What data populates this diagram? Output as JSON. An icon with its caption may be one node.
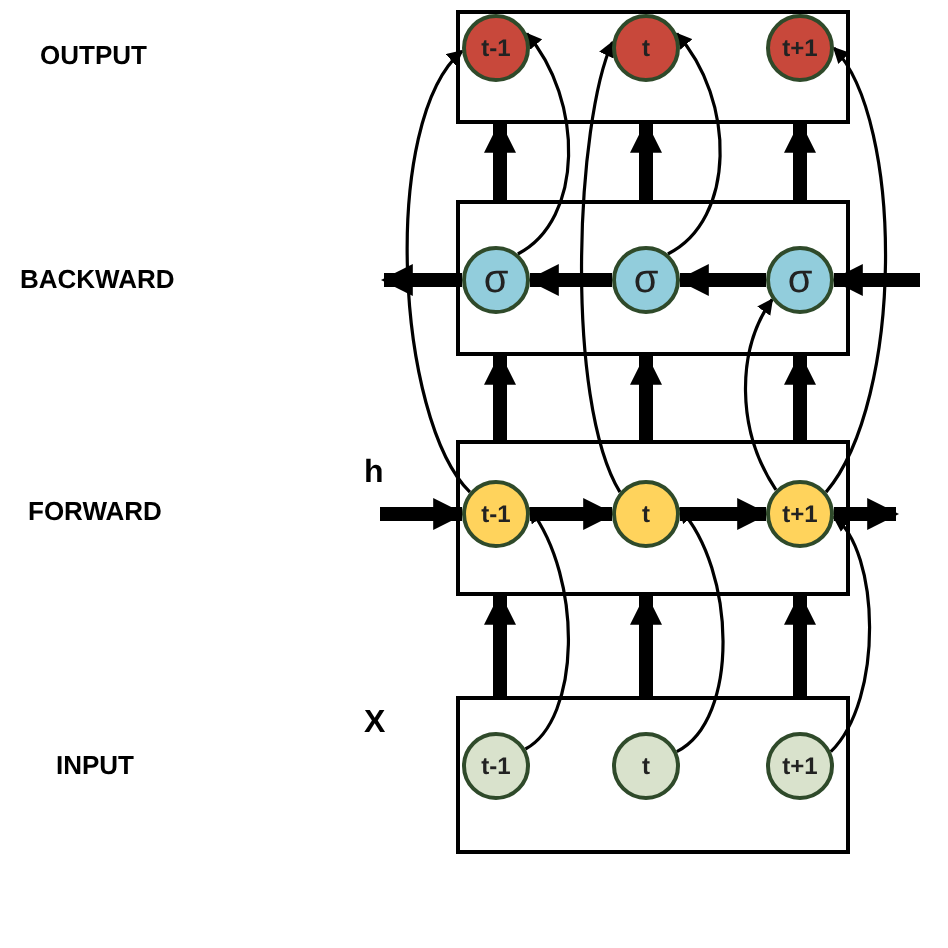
{
  "diagram": {
    "nodes": [
      {
        "text": [],
        "shape": "box"
      },
      {
        "text": [
          "t-1"
        ],
        "in": 0
      },
      {
        "text": [
          "t"
        ],
        "in": 0
      },
      {
        "text": [
          "t+1"
        ],
        "in": 0
      },
      {
        "text": [],
        "shape": "box"
      },
      {
        "text": [
          "σ"
        ],
        "in": 4
      },
      {
        "text": [
          "σ"
        ],
        "in": 4
      },
      {
        "text": [
          "σ"
        ],
        "in": 4
      },
      {
        "text": [],
        "shape": "box"
      },
      {
        "text": [
          "t-1"
        ],
        "in": 8
      },
      {
        "text": [
          "t"
        ],
        "in": 8
      },
      {
        "text": [
          "t+1"
        ],
        "in": 8
      },
      {
        "text": [],
        "shape": "box"
      },
      {
        "text": [
          "t-1"
        ],
        "in": 12
      },
      {
        "text": [
          "t"
        ],
        "in": 12
      },
      {
        "text": [
          "t+1"
        ],
        "in": 12
      }
    ],
    "edges": [
      {
        "from": 12,
        "to": 8,
        "arrow": "to"
      },
      {
        "from": 12,
        "to": 8,
        "arrow": "to"
      },
      {
        "from": 12,
        "to": 8,
        "arrow": "to"
      },
      {
        "from": 8,
        "to": 4,
        "arrow": "to"
      },
      {
        "from": 8,
        "to": 4,
        "arrow": "to"
      },
      {
        "from": 8,
        "to": 4,
        "arrow": "to"
      },
      {
        "from": 4,
        "to": 0,
        "arrow": "to"
      },
      {
        "from": 4,
        "to": 0,
        "arrow": "to"
      },
      {
        "from": 4,
        "to": 0,
        "arrow": "to"
      },
      {
        "from": null,
        "to": 9,
        "arrow": "to"
      },
      {
        "from": 9,
        "to": 10,
        "arrow": "to"
      },
      {
        "from": 10,
        "to": 11,
        "arrow": "to"
      },
      {
        "from": 11,
        "to": null,
        "arrow": "to"
      },
      {
        "from": null,
        "to": 7,
        "arrow": "to"
      },
      {
        "from": 7,
        "to": 6,
        "arrow": "to"
      },
      {
        "from": 6,
        "to": 5,
        "arrow": "to"
      },
      {
        "from": 5,
        "to": null,
        "arrow": "to"
      },
      {
        "from": 13,
        "to": 9,
        "arrow": "to"
      },
      {
        "from": 14,
        "to": 10,
        "arrow": "to"
      },
      {
        "from": 15,
        "to": 11,
        "arrow": "to"
      },
      {
        "from": 9,
        "to": 1,
        "arrow": "to"
      },
      {
        "from": 10,
        "to": 2,
        "arrow": "to"
      },
      {
        "from": 5,
        "to": 1,
        "arrow": "to"
      },
      {
        "from": 6,
        "to": 2,
        "arrow": "to"
      },
      {
        "from": 11,
        "to": 7,
        "arrow": "to"
      },
      {
        "from": 11,
        "to": 3,
        "arrow": "to"
      }
    ],
    "labels": [
      "OUTPUT",
      "BACKWARD",
      "h",
      "FORWARD",
      "X",
      "INPUT"
    ]
  }
}
